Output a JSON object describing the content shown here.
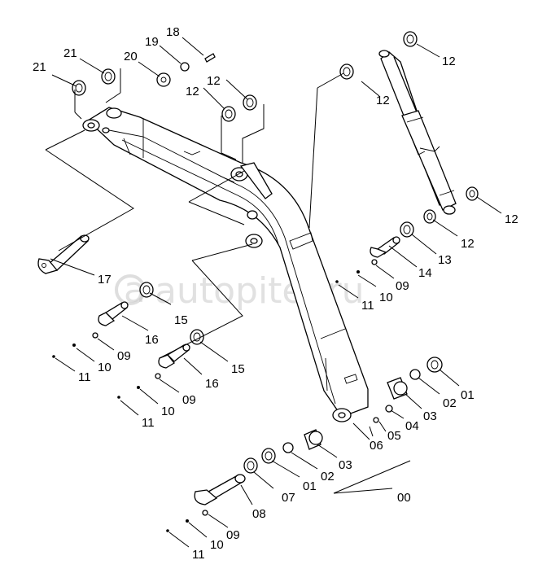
{
  "watermark": "autopiter.ru",
  "labels": [
    {
      "id": "l21a",
      "text": "21"
    },
    {
      "id": "l21b",
      "text": "21"
    },
    {
      "id": "l20",
      "text": "20"
    },
    {
      "id": "l19",
      "text": "19"
    },
    {
      "id": "l18",
      "text": "18"
    },
    {
      "id": "l12a",
      "text": "12"
    },
    {
      "id": "l12b",
      "text": "12"
    },
    {
      "id": "l12c",
      "text": "12"
    },
    {
      "id": "l12d",
      "text": "12"
    },
    {
      "id": "l12e",
      "text": "12"
    },
    {
      "id": "l12f",
      "text": "12"
    },
    {
      "id": "l13",
      "text": "13"
    },
    {
      "id": "l14",
      "text": "14"
    },
    {
      "id": "l09a",
      "text": "09"
    },
    {
      "id": "l10a",
      "text": "10"
    },
    {
      "id": "l11a",
      "text": "11"
    },
    {
      "id": "l17",
      "text": "17"
    },
    {
      "id": "l15a",
      "text": "15"
    },
    {
      "id": "l16a",
      "text": "16"
    },
    {
      "id": "l09b",
      "text": "09"
    },
    {
      "id": "l10b",
      "text": "10"
    },
    {
      "id": "l11b",
      "text": "11"
    },
    {
      "id": "l16b",
      "text": "16"
    },
    {
      "id": "l15b",
      "text": "15"
    },
    {
      "id": "l09c",
      "text": "09"
    },
    {
      "id": "l10c",
      "text": "10"
    },
    {
      "id": "l11c",
      "text": "11"
    },
    {
      "id": "l01a",
      "text": "01"
    },
    {
      "id": "l02a",
      "text": "02"
    },
    {
      "id": "l03a",
      "text": "03"
    },
    {
      "id": "l04",
      "text": "04"
    },
    {
      "id": "l05",
      "text": "05"
    },
    {
      "id": "l06",
      "text": "06"
    },
    {
      "id": "l03b",
      "text": "03"
    },
    {
      "id": "l02b",
      "text": "02"
    },
    {
      "id": "l01b",
      "text": "01"
    },
    {
      "id": "l07",
      "text": "07"
    },
    {
      "id": "l00",
      "text": "00"
    },
    {
      "id": "l08",
      "text": "08"
    },
    {
      "id": "l09d",
      "text": "09"
    },
    {
      "id": "l10d",
      "text": "10"
    },
    {
      "id": "l11d",
      "text": "11"
    }
  ]
}
